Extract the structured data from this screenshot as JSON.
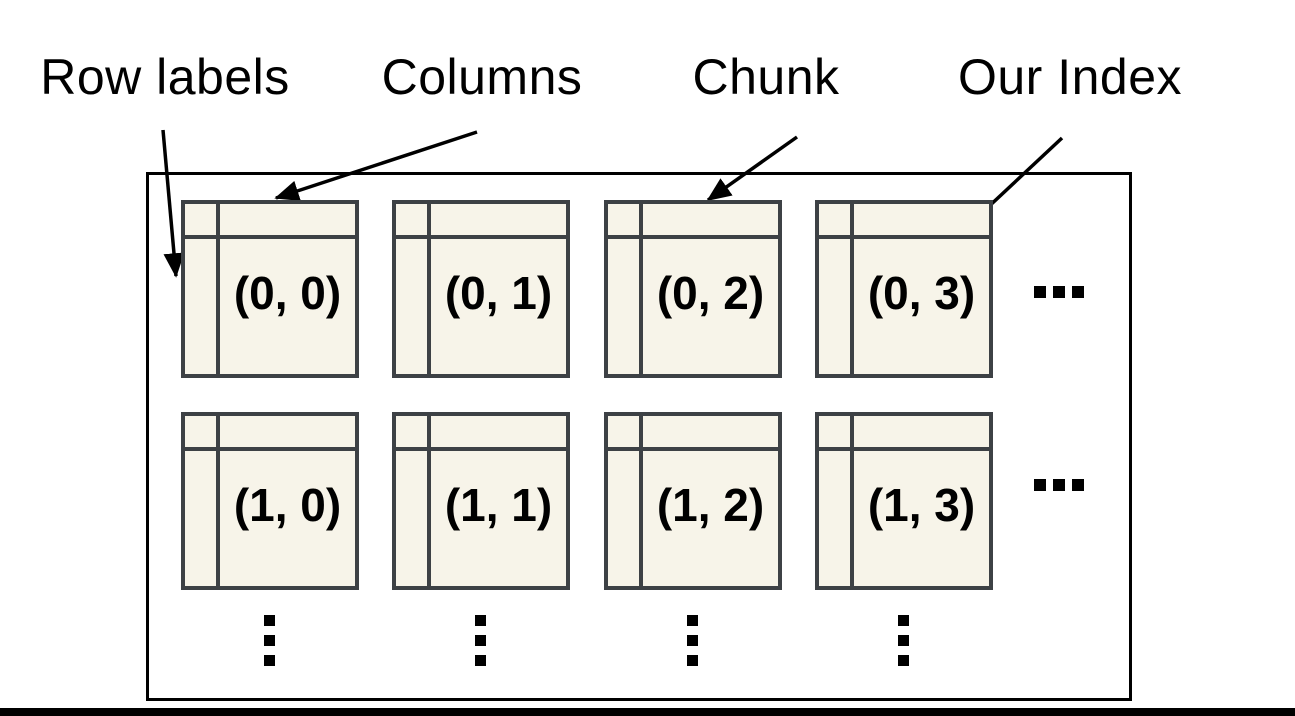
{
  "diagram": {
    "title_labels": [
      {
        "id": "row-labels",
        "text": "Row labels"
      },
      {
        "id": "columns",
        "text": "Columns"
      },
      {
        "id": "chunk",
        "text": "Chunk"
      },
      {
        "id": "our-index",
        "text": "Our Index"
      }
    ],
    "grid": {
      "rows": [
        {
          "cells": [
            "(0, 0)",
            "(0, 1)",
            "(0, 2)",
            "(0, 3)"
          ],
          "row_ellipsis": "..."
        },
        {
          "cells": [
            "(1, 0)",
            "(1, 1)",
            "(1, 2)",
            "(1, 3)"
          ],
          "row_ellipsis": "..."
        }
      ],
      "column_ellipsis": "⋮"
    },
    "colors": {
      "chunk_fill": "#f7f4e9",
      "chunk_border": "#3d4145",
      "frame_border": "#000000",
      "background": "#ffffff",
      "text": "#000000"
    }
  }
}
